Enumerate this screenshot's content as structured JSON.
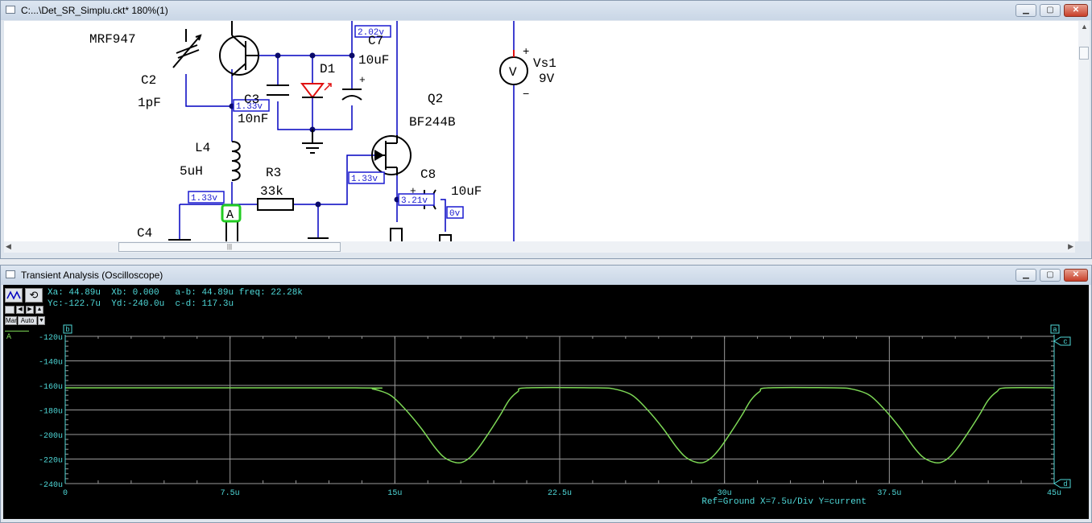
{
  "schematic_window": {
    "title": "C:...\\Det_SR_Simplu.ckt* 180%(1)",
    "components": {
      "q1_model": "MRF947",
      "c2_name": "C2",
      "c2_value": "1pF",
      "c3_name": "C3",
      "c3_value": "10nF",
      "d1_name": "D1",
      "c7_name": "C7",
      "c7_value": "10uF",
      "q2_name": "Q2",
      "q2_model": "BF244B",
      "l4_name": "L4",
      "l4_value": "5uH",
      "r3_name": "R3",
      "r3_value": "33k",
      "c8_name": "C8",
      "c8_value": "10uF",
      "c4_name": "C4",
      "vs1_name": "Vs1",
      "vs1_value": "9V",
      "vs1_symbol": "V",
      "vs1_plus": "+",
      "vs1_minus": "−",
      "c7_plus": "+",
      "c8_plus": "+",
      "probe_label": "A"
    },
    "voltage_labels": {
      "v_c7": "2.02v",
      "v_q1e": "1.33v",
      "v_gate": "1.33v",
      "v_l4": "1.33v",
      "v_src": "3.21v",
      "v_out": "0v"
    }
  },
  "scope_window": {
    "title": "Transient Analysis (Oscilloscope)",
    "readout": {
      "xa": "Xa: 44.89u",
      "xb": "Xb: 0.000",
      "ab": "a-b: 44.89u",
      "freq": "freq: 22.28k",
      "yc": "Yc:-122.7u",
      "yd": "Yd:-240.0u",
      "cd": "c-d: 117.3u"
    },
    "buttons": {
      "man": "Man",
      "auto": "Auto"
    },
    "trace_label": "A",
    "cursor_labels": {
      "a": "a",
      "b": "b",
      "c": "c",
      "d": "d"
    },
    "footer": "Ref=Ground  X=7.5u/Div Y=current"
  },
  "colors": {
    "trace": "#7dd856",
    "text_cyan": "#4fd9d9",
    "wire": "#0000c0",
    "voltage_box": "#1a1ad0"
  },
  "chart_data": {
    "type": "line",
    "xlabel": "",
    "ylabel": "",
    "xlim": [
      0,
      45
    ],
    "ylim": [
      -240,
      -120
    ],
    "x_unit": "u",
    "y_unit": "u",
    "x_ticks": [
      "0",
      "7.5u",
      "15u",
      "22.5u",
      "30u",
      "37.5u",
      "45u"
    ],
    "y_ticks": [
      "-120u",
      "-140u",
      "-160u",
      "-180u",
      "-200u",
      "-220u",
      "-240u"
    ],
    "grid": true,
    "series": [
      {
        "name": "A",
        "x": [
          0,
          13.2,
          14.0,
          14.8,
          15.5,
          16.2,
          16.8,
          17.2,
          17.6,
          18.0,
          18.4,
          18.8,
          19.3,
          19.8,
          20.2,
          20.6,
          21.0,
          24.2,
          25.0,
          25.8,
          26.5,
          27.2,
          27.8,
          28.2,
          28.6,
          29.0,
          29.4,
          29.8,
          30.3,
          30.8,
          31.2,
          31.6,
          32.0,
          35.0,
          35.8,
          36.6,
          37.3,
          38.0,
          38.6,
          39.0,
          39.4,
          39.8,
          40.2,
          40.6,
          41.1,
          41.6,
          42.0,
          42.4,
          42.8,
          45
        ],
        "y": [
          -162,
          -162,
          -163,
          -168,
          -180,
          -195,
          -210,
          -218,
          -222,
          -223,
          -219,
          -211,
          -198,
          -184,
          -172,
          -165,
          -162,
          -162,
          -163,
          -168,
          -180,
          -195,
          -210,
          -218,
          -222,
          -223,
          -219,
          -211,
          -198,
          -184,
          -172,
          -165,
          -162,
          -162,
          -163,
          -168,
          -180,
          -195,
          -210,
          -218,
          -222,
          -223,
          -219,
          -211,
          -198,
          -184,
          -172,
          -165,
          -162,
          -162
        ]
      }
    ]
  }
}
